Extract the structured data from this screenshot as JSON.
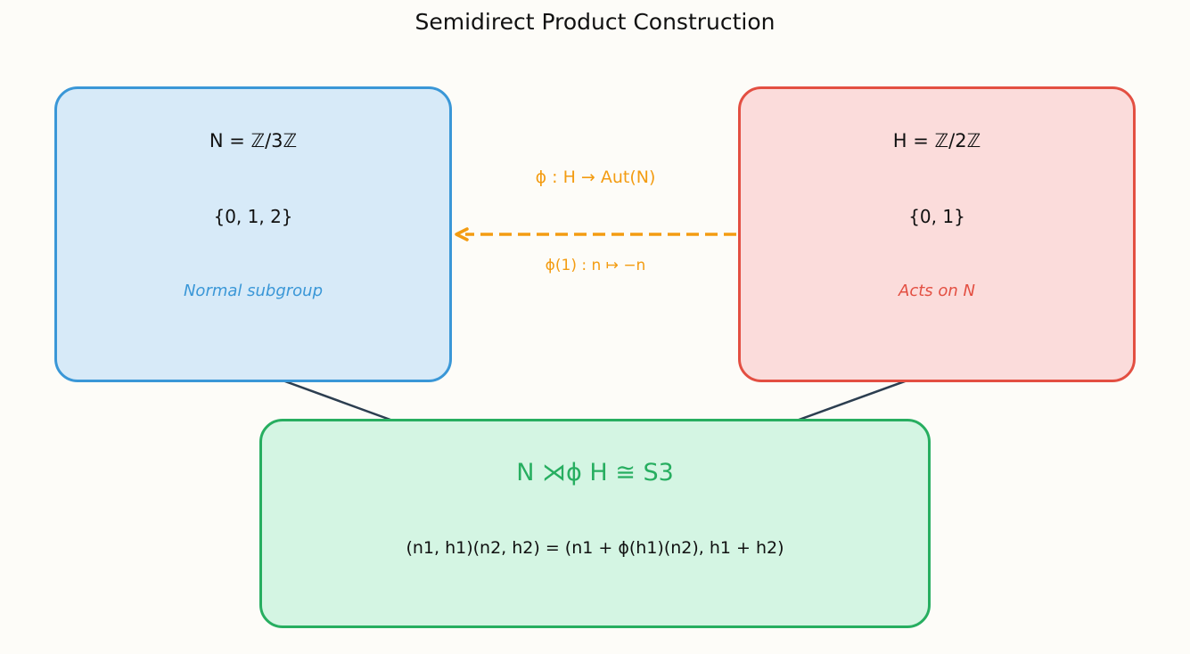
{
  "title": "Semidirect Product Construction",
  "normal_box": {
    "definition": "N = ℤ/3ℤ",
    "elements": "{0, 1, 2}",
    "caption": "Normal subgroup",
    "color": "#3a97d7"
  },
  "acting_box": {
    "definition": "H = ℤ/2ℤ",
    "elements": "{0, 1}",
    "caption": "Acts on N",
    "color": "#e34f42"
  },
  "action": {
    "map": "ϕ : H → Aut(N)",
    "rule": "ϕ(1) : n ↦ −n",
    "color": "#f39c12"
  },
  "product_box": {
    "result": "N ⋊ϕ H ≅ S3",
    "multiplication": "(n1, h1)(n2, h2) = (n1 + ϕ(h1)(n2), h1 + h2)",
    "color": "#27ae60"
  },
  "arrow_color": "#2c3e50"
}
